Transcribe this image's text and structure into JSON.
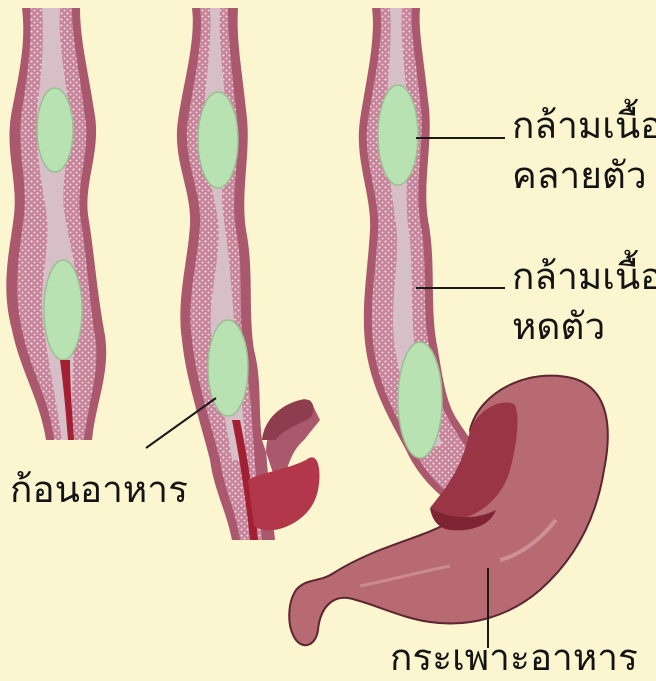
{
  "labels": {
    "relax_line1": "กล้ามเนื้อ",
    "relax_line2": "คลายตัว",
    "contract_line1": "กล้ามเนื้อ",
    "contract_line2": "หดตัว",
    "food_bolus": "ก้อนอาหาร",
    "stomach": "กระเพาะอาหาร"
  },
  "colors": {
    "background": "#fbf6cf",
    "muscle": "#a9586e",
    "muscle_stipple": "#f3dde2",
    "lumen": "#cfe7c8",
    "bolus": "#b9e2b2",
    "stomach": "#b76a72",
    "stomach_inner": "#9a3545",
    "leader_line": "#1a1a1a"
  }
}
